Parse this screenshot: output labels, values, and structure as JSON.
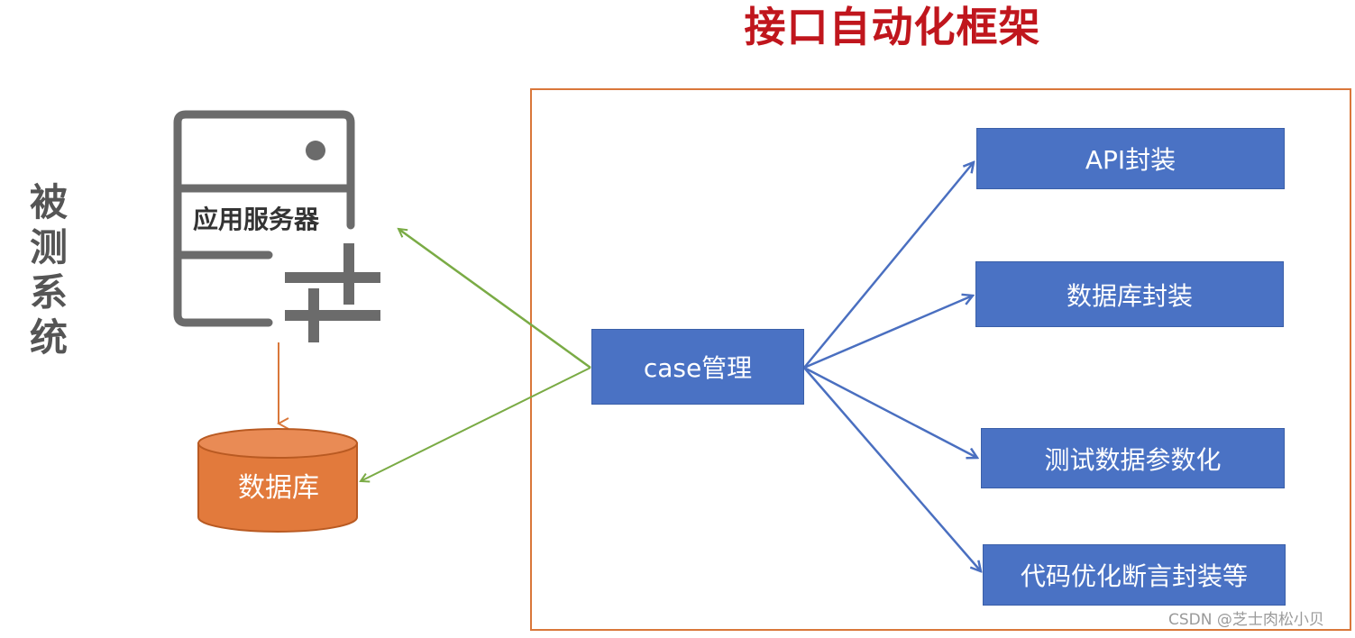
{
  "title": "接口自动化框架",
  "system_under_test": {
    "label": "被测系统",
    "server_label": "应用服务器",
    "database_label": "数据库"
  },
  "framework": {
    "center_box": "case管理",
    "modules": [
      "API封装",
      "数据库封装",
      "测试数据参数化",
      "代码优化断言封装等"
    ]
  },
  "colors": {
    "title": "#c0161d",
    "box_fill": "#4a72c4",
    "frame_border": "#d9773a",
    "db_fill": "#e27a3c",
    "green_arrow": "#7aab45",
    "blue_arrow": "#4a6fc0",
    "server_icon": "#6b6b6b"
  },
  "watermark": "CSDN @芝士肉松小贝"
}
